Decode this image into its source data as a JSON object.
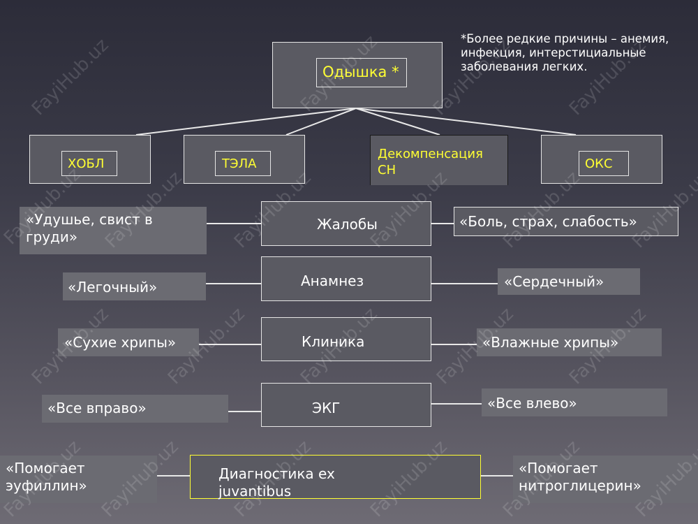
{
  "title": "Одышка *",
  "note": "*Более редкие причины – анемия, инфекция, интерстициальные заболевания легких.",
  "causes": [
    "ХОБЛ",
    "ТЭЛА",
    "Декомпенсация СН",
    "ОКС"
  ],
  "rows": [
    {
      "center": "Жалобы",
      "left": "«Удушье, свист в груди»",
      "right": "«Боль, страх, слабость»"
    },
    {
      "center": "Анамнез",
      "left": "«Легочный»",
      "right": "«Сердечный»"
    },
    {
      "center": "Клиника",
      "left": "«Сухие хрипы»",
      "right": "«Влажные хрипы»"
    },
    {
      "center": "ЭКГ",
      "left": "«Все вправо»",
      "right": "«Все влево»"
    },
    {
      "center": "Диагностика ex juvantibus",
      "left": "«Помогает эуфиллин»",
      "right": "«Помогает нитроглицерин»"
    }
  ],
  "watermark": "FayiHub.uz",
  "colors": {
    "accent": "#ffff33",
    "text": "#ffffff",
    "box": "#5a5a62",
    "line": "#e6e6e6"
  }
}
